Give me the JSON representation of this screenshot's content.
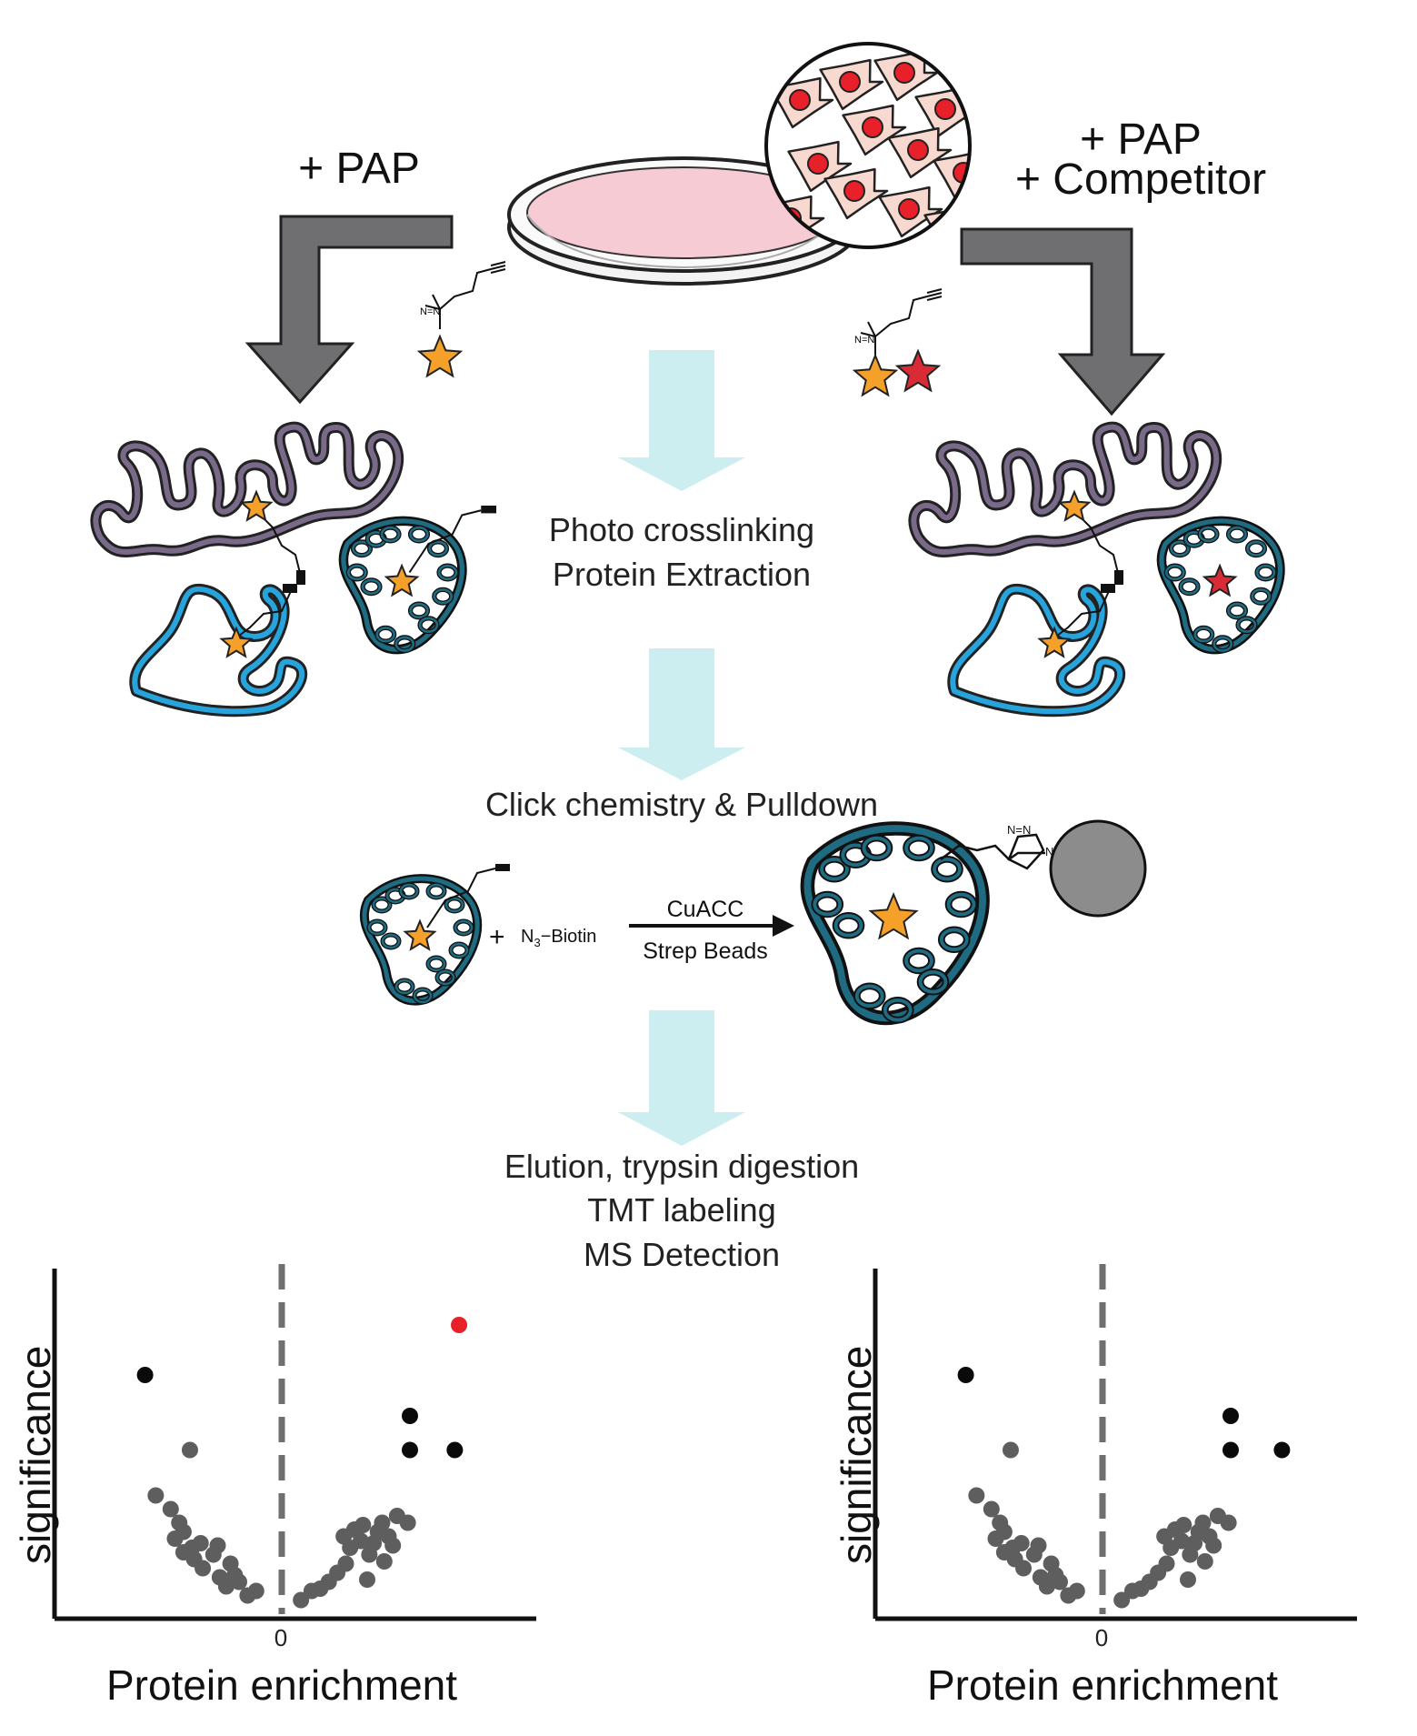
{
  "conditions": {
    "left": "+ PAP",
    "right_line1": "+ PAP",
    "right_line2": "+ Competitor"
  },
  "steps": {
    "step1_line1": "Photo crosslinking",
    "step1_line2": "Protein Extraction",
    "step2": "Click chemistry & Pulldown",
    "step3_line1": "Elution, trypsin digestion",
    "step3_line2": "TMT labeling",
    "step3_line3": "MS Detection"
  },
  "reaction": {
    "plus": "+",
    "reagent_n": "N",
    "reagent_sub": "3",
    "reagent_rest": "−Biotin",
    "above_arrow": "CuACC",
    "below_arrow": "Strep Beads",
    "triazole_label": "N=N",
    "triazole_n": "N"
  },
  "colors": {
    "arrow_gray": "#6f6f71",
    "flow_arrow": "#cdeef0",
    "star_orange": "#f5a029",
    "star_red": "#d92b36",
    "protein_purple": "#7a6a8a",
    "protein_blue": "#28a4dc",
    "protein_teal": "#1f6b82",
    "dish_pink": "#f6cbd3",
    "cell_fill": "#f7d9cf",
    "nucleus_red": "#e8202a",
    "dot_gray": "#5e5e5e",
    "dot_black": "#0a0a0a",
    "dot_red": "#e8202a",
    "bead_gray": "#8c8c8c"
  },
  "plots": [
    {
      "xlabel": "Protein enrichment",
      "ylabel": "significance",
      "zero_tick": "0",
      "points_gray": [
        [
          -2.95,
          2.35
        ],
        [
          -2.15,
          3.35
        ],
        [
          -2.4,
          1.75
        ],
        [
          -2.6,
          2.05
        ],
        [
          -2.3,
          1.55
        ],
        [
          -2.5,
          1.4
        ],
        [
          -2.3,
          1.1
        ],
        [
          -2.1,
          1.2
        ],
        [
          -1.9,
          1.3
        ],
        [
          -2.05,
          0.95
        ],
        [
          -1.85,
          0.75
        ],
        [
          -1.6,
          1.05
        ],
        [
          -1.5,
          1.25
        ],
        [
          -1.45,
          0.55
        ],
        [
          -1.3,
          0.35
        ],
        [
          -1.2,
          0.85
        ],
        [
          -1.1,
          0.6
        ],
        [
          -1.0,
          0.45
        ],
        [
          -0.8,
          0.15
        ],
        [
          -0.6,
          0.25
        ],
        [
          0.45,
          0.05
        ],
        [
          0.7,
          0.25
        ],
        [
          0.9,
          0.3
        ],
        [
          1.1,
          0.45
        ],
        [
          1.3,
          0.65
        ],
        [
          1.5,
          0.85
        ],
        [
          1.6,
          1.2
        ],
        [
          1.45,
          1.45
        ],
        [
          1.7,
          1.6
        ],
        [
          1.9,
          1.7
        ],
        [
          1.85,
          1.35
        ],
        [
          2.05,
          1.05
        ],
        [
          2.15,
          1.3
        ],
        [
          2.25,
          1.55
        ],
        [
          2.35,
          1.75
        ],
        [
          2.5,
          1.45
        ],
        [
          2.6,
          1.25
        ],
        [
          2.4,
          0.9
        ],
        [
          2.7,
          1.9
        ],
        [
          2.95,
          1.75
        ],
        [
          2.0,
          0.5
        ]
      ],
      "points_black": [
        [
          -3.2,
          5.0
        ],
        [
          3.0,
          4.1
        ],
        [
          3.0,
          3.35
        ],
        [
          4.05,
          3.35
        ]
      ],
      "points_red": [
        [
          4.15,
          6.1
        ]
      ]
    },
    {
      "xlabel": "Protein enrichment",
      "ylabel": "significance",
      "zero_tick": "0",
      "points_gray": [
        [
          -2.95,
          2.35
        ],
        [
          -2.15,
          3.35
        ],
        [
          -2.4,
          1.75
        ],
        [
          -2.6,
          2.05
        ],
        [
          -2.3,
          1.55
        ],
        [
          -2.5,
          1.4
        ],
        [
          -2.3,
          1.1
        ],
        [
          -2.1,
          1.2
        ],
        [
          -1.9,
          1.3
        ],
        [
          -2.05,
          0.95
        ],
        [
          -1.85,
          0.75
        ],
        [
          -1.6,
          1.05
        ],
        [
          -1.5,
          1.25
        ],
        [
          -1.45,
          0.55
        ],
        [
          -1.3,
          0.35
        ],
        [
          -1.2,
          0.85
        ],
        [
          -1.1,
          0.6
        ],
        [
          -1.0,
          0.45
        ],
        [
          -0.8,
          0.15
        ],
        [
          -0.6,
          0.25
        ],
        [
          0.45,
          0.05
        ],
        [
          0.7,
          0.25
        ],
        [
          0.9,
          0.3
        ],
        [
          1.1,
          0.45
        ],
        [
          1.3,
          0.65
        ],
        [
          1.5,
          0.85
        ],
        [
          1.6,
          1.2
        ],
        [
          1.45,
          1.45
        ],
        [
          1.7,
          1.6
        ],
        [
          1.9,
          1.7
        ],
        [
          1.85,
          1.35
        ],
        [
          2.05,
          1.05
        ],
        [
          2.15,
          1.3
        ],
        [
          2.25,
          1.55
        ],
        [
          2.35,
          1.75
        ],
        [
          2.5,
          1.45
        ],
        [
          2.6,
          1.25
        ],
        [
          2.4,
          0.9
        ],
        [
          2.7,
          1.9
        ],
        [
          2.95,
          1.75
        ],
        [
          2.0,
          0.5
        ]
      ],
      "points_black": [
        [
          -3.2,
          5.0
        ],
        [
          3.0,
          4.1
        ],
        [
          3.0,
          3.35
        ],
        [
          4.2,
          3.35
        ]
      ],
      "points_red": []
    }
  ]
}
